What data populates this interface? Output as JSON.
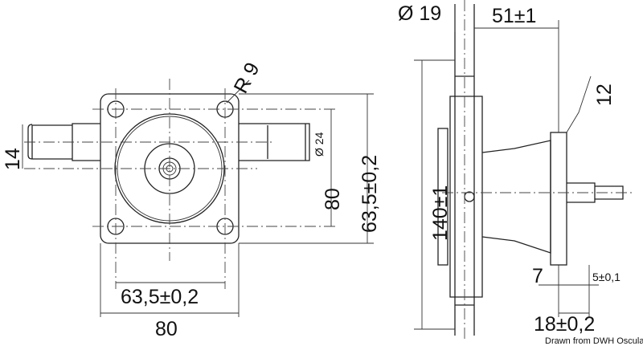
{
  "front_view": {
    "radius_label": "R 9",
    "pipe_height_label": "14",
    "pipe_diameter_label": "Ø 24",
    "hole_spacing_vertical_label": "80",
    "plate_height_label": "63,5±0,2",
    "hole_spacing_horizontal_label": "63,5±0,2",
    "plate_width_label": "80"
  },
  "side_view": {
    "pipe_diameter_label": "Ø 19",
    "offset_label": "51±1",
    "flange_label": "12",
    "height_label": "140±1",
    "label_7": "7",
    "label_5": "5±0,1",
    "label_18": "18±0,2"
  },
  "credit": "Drawn from DWH Osculati Srl"
}
